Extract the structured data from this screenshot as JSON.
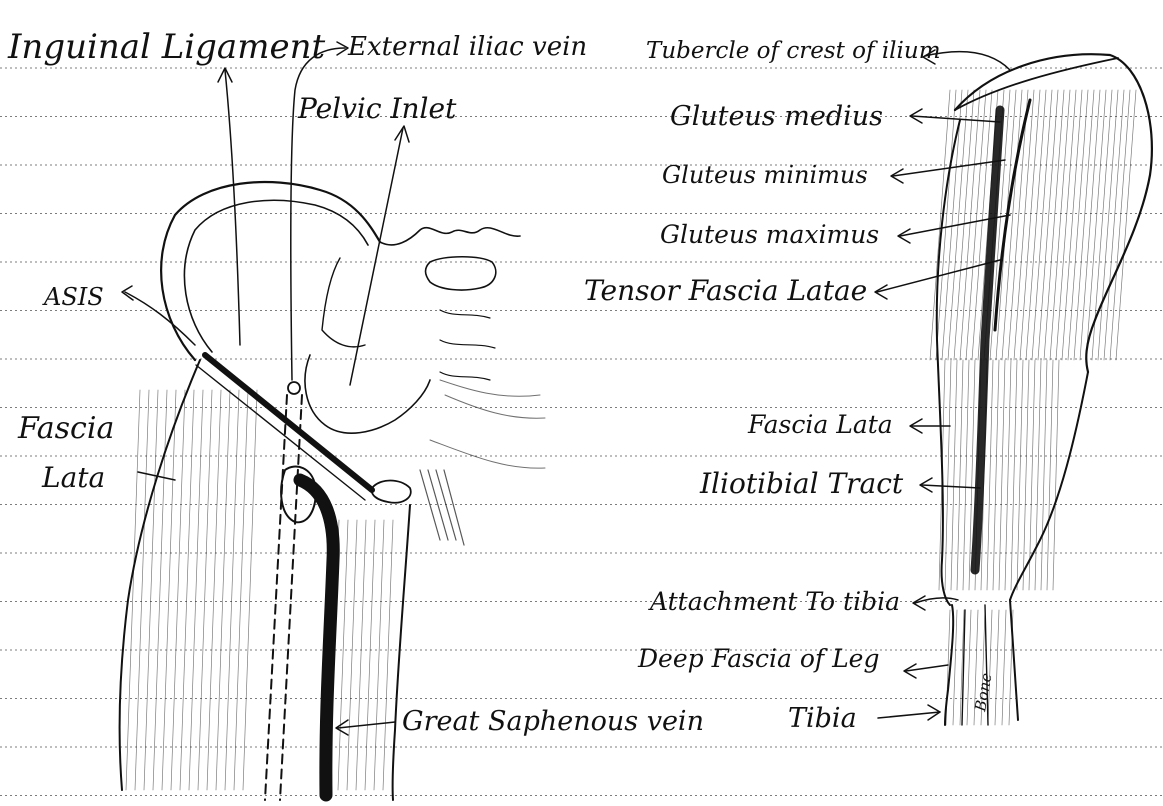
{
  "colors": {
    "paper": "#ffffff",
    "ink": "#111111",
    "rule_line": "#7d7d7d"
  },
  "labels": {
    "inguinal_ligament": "Inguinal Ligament",
    "external_iliac_vein": "External iliac vein",
    "pelvic_inlet": "Pelvic Inlet",
    "asis": "ASIS",
    "fascia_lata_left_1": "Fascia",
    "fascia_lata_left_2": "Lata",
    "great_saphenous_vein": "Great Saphenous vein",
    "tubercle_crest_ilium": "Tubercle of crest of ilium",
    "gluteus_medius": "Gluteus medius",
    "gluteus_minimus": "Gluteus minimus",
    "gluteus_maximus": "Gluteus maximus",
    "tensor_fascia_latae": "Tensor Fascia Latae",
    "fascia_lata_right": "Fascia Lata",
    "iliotibial_tract": "Iliotibial Tract",
    "attachment_to_tibia": "Attachment To tibia",
    "deep_fascia_of_leg": "Deep Fascia of Leg",
    "tibia": "Tibia",
    "bone": "Bone"
  }
}
